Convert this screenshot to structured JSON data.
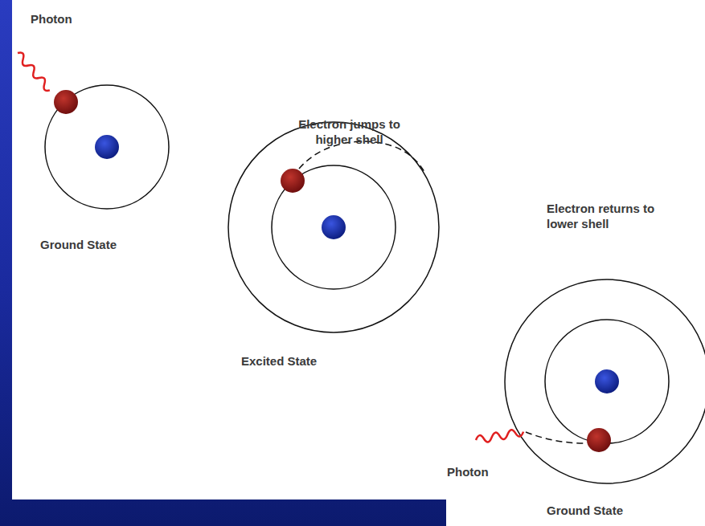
{
  "diagram": {
    "labels": [
      "Photon",
      "Electron jumps to higher shell",
      "Ground State",
      "Excited State",
      "Electron returns to lower shell",
      "Photon",
      "Ground State"
    ]
  }
}
